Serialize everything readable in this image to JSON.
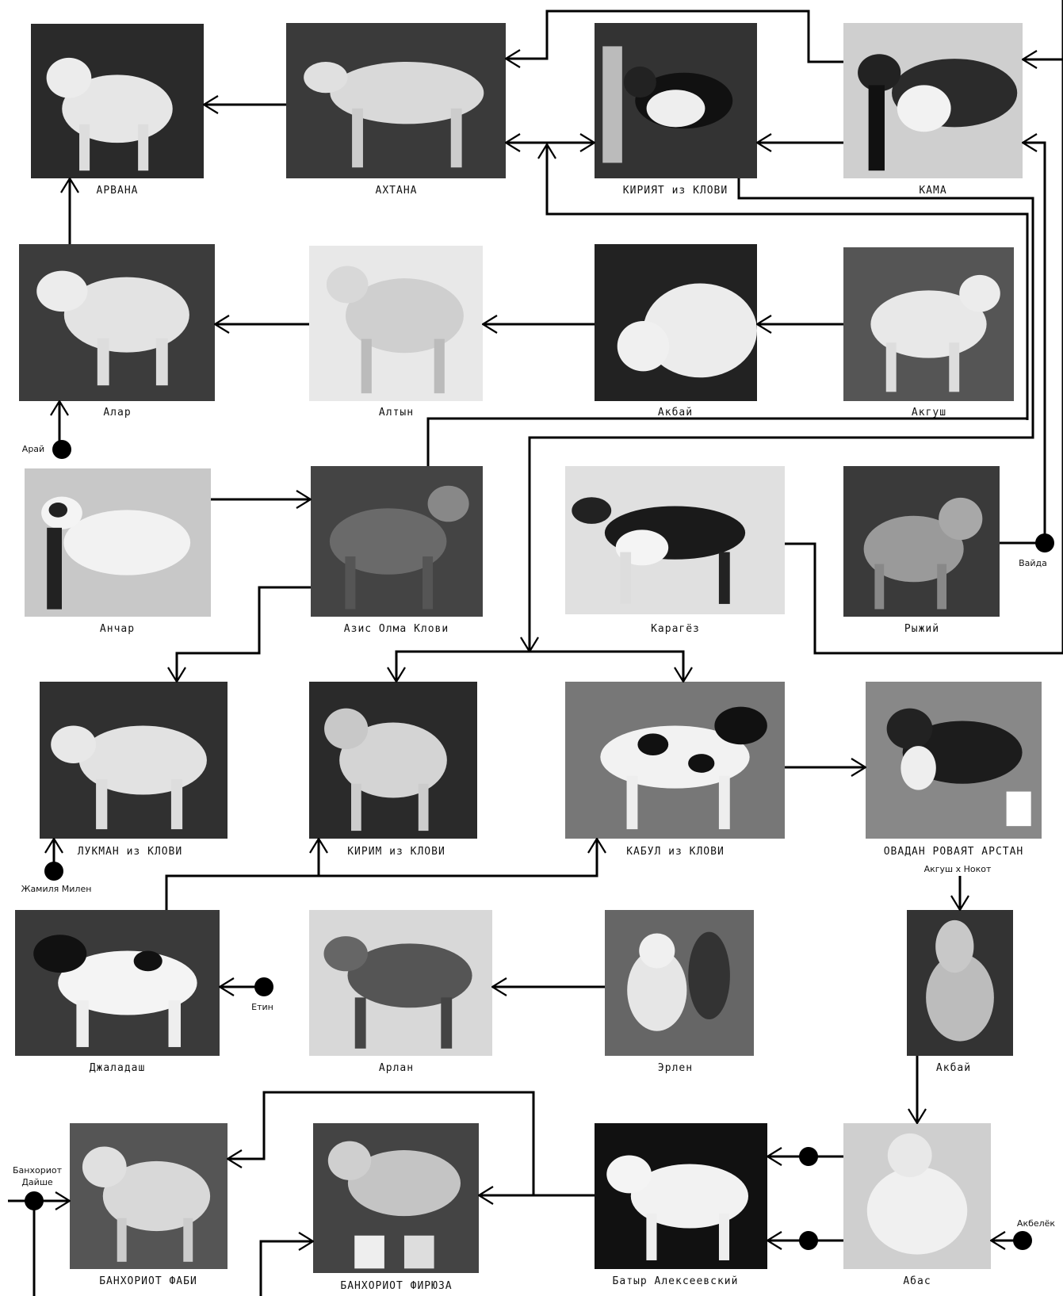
{
  "dogs": {
    "arvana": "АРВАНА",
    "akhtana": "АХТАНА",
    "kiriyat": "КИРИЯТ из КЛОВИ",
    "kama": "КАМА",
    "alar": "Алар",
    "altyn": "Алтын",
    "akbai1": "Акбай",
    "aktush": "Акгуш",
    "anchar": "Анчар",
    "aziz": "Азис Олма Клови",
    "karagez": "Карагёз",
    "ryzhiy": "Рыжий",
    "lukman": "ЛУКМАН из КЛОВИ",
    "kirim": "КИРИМ из КЛОВИ",
    "kabul": "КАБУЛ из КЛОВИ",
    "ovadan": "ОВАДАН РОВАЯТ АРСТАН",
    "dzhaladash": "Джаладаш",
    "arlan": "Арлан",
    "erlen": "Эрлен",
    "akbai2": "Акбай",
    "fabi": "БАНХОРИОТ ФАБИ",
    "firyuza": "БАНХОРИОТ ФИРЮЗА",
    "batyr": "Батыр Алексеевский",
    "abas": "Абас"
  },
  "notes": {
    "arai": "Арай",
    "vaida": "Вайда",
    "zhamilya": "Жамиля Милен",
    "etin": "Етин",
    "ovadan_parents": "Акгуш х Нокот",
    "daishe_line1": "Банхориот",
    "daishe_line2": "Дайше",
    "akbelek": "Акбелёк"
  }
}
